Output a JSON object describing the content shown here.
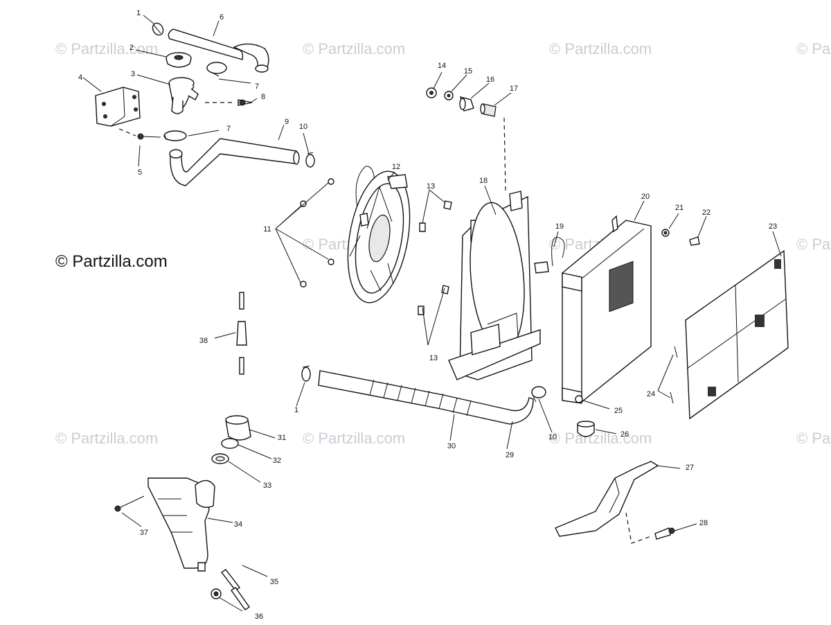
{
  "watermark": {
    "tile_text": "© Partzilla.com",
    "main_text": "© Partzilla.com"
  },
  "callouts": {
    "n1": "1",
    "n2": "2",
    "n3": "3",
    "n4": "4",
    "n5": "5",
    "n6": "6",
    "n7": "7",
    "n8": "8",
    "n9": "9",
    "n10": "10",
    "n11": "11",
    "n12": "12",
    "n13": "13",
    "n14": "14",
    "n15": "15",
    "n16": "16",
    "n17": "17",
    "n18": "18",
    "n19": "19",
    "n20": "20",
    "n21": "21",
    "n22": "22",
    "n23": "23",
    "n24": "24",
    "n25": "25",
    "n26": "26",
    "n27": "27",
    "n28": "28",
    "n29": "29",
    "n30": "30",
    "n31": "31",
    "n32": "32",
    "n33": "33",
    "n34": "34",
    "n35": "35",
    "n36": "36",
    "n37": "37",
    "n38": "38"
  }
}
